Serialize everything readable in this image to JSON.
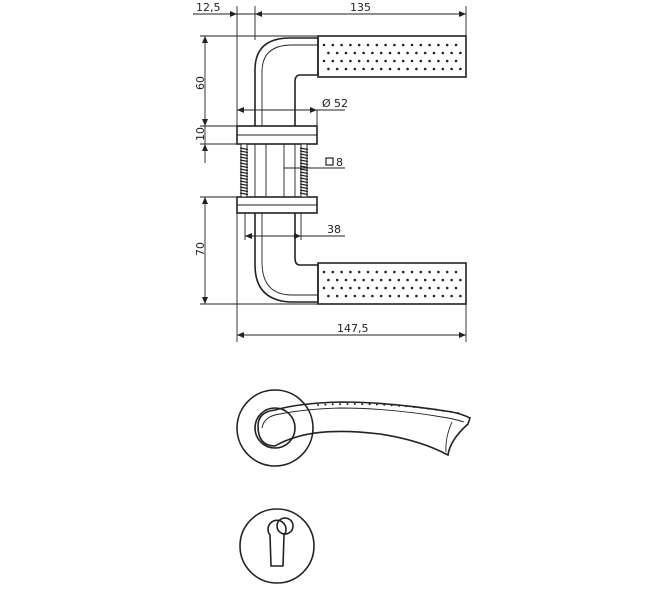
{
  "dimensions": {
    "rosette_offset": "12,5",
    "lever_length": "135",
    "upper_height": "60",
    "diameter": "52",
    "diameter_symbol": "Ø",
    "rosette_thickness": "10",
    "spindle": "8",
    "lower_height": "70",
    "neck_width": "38",
    "total_length": "147,5"
  },
  "colors": {
    "line": "#222222",
    "background": "#ffffff"
  },
  "icons": {
    "spindle_square": "square-section-icon"
  }
}
